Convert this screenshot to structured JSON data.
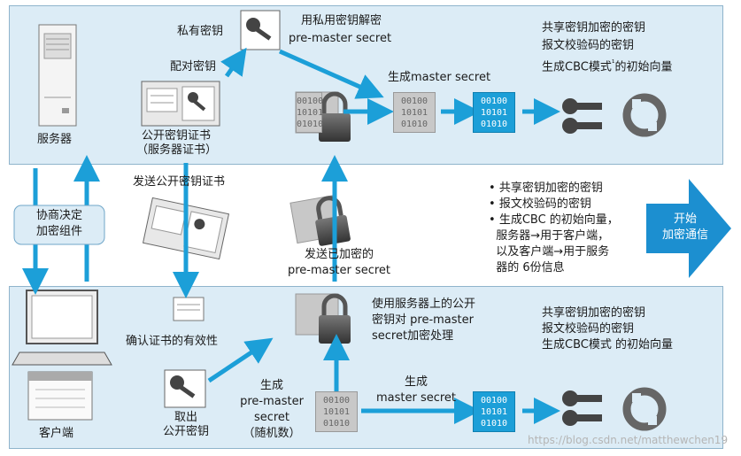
{
  "server": {
    "label": "服务器",
    "private_key_label": "私有密钥",
    "pair_key_label": "配对密钥",
    "cert_label_1": "公开密钥证书",
    "cert_label_2": "（服务器证书）",
    "decrypt_label_1": "用私用密钥解密",
    "decrypt_label_2": "pre-master secret",
    "gen_master_label": "生成master secret",
    "shared_keys_1": "共享密钥加密的密钥",
    "shared_keys_2": "报文校验码的密钥",
    "shared_keys_3": "生成CBC模式",
    "shared_keys_3_sup": "¹",
    "shared_keys_3_end": "的初始向量",
    "bits": "00100\n10101\n01010"
  },
  "middle": {
    "negotiate_1": "协商决定",
    "negotiate_2": "加密组件",
    "send_cert": "发送公开密钥证书",
    "send_encrypted_1": "发送已加密的",
    "send_encrypted_2": "pre-master secret",
    "info_items": [
      "共享密钥加密的密钥",
      "报文校验码的密钥",
      "生成CBC 的初始向量，",
      "服务器→用于客户端，",
      "以及客户端→用于服务",
      "器的 6份信息"
    ],
    "start_1": "开始",
    "start_2": "加密通信"
  },
  "client": {
    "label": "客户端",
    "verify_cert": "确认证书的有效性",
    "take_key_1": "取出",
    "take_key_2": "公开密钥",
    "gen_pre_1": "生成",
    "gen_pre_2": "pre-master",
    "gen_pre_3": "secret",
    "gen_pre_4": "（随机数）",
    "encrypt_1": "使用服务器上的公开",
    "encrypt_2": "密钥对 pre-master",
    "encrypt_3": "secret加密处理",
    "gen_master_1": "生成",
    "gen_master_2": "master secret",
    "shared_keys_1": "共享密钥加密的密钥",
    "shared_keys_2": "报文校验码的密钥",
    "shared_keys_3": "生成CBC模式 的初始向量",
    "bits": "00100\n10101\n01010"
  },
  "watermark": "https://blog.csdn.net/matthewchen19",
  "colors": {
    "panel": "#dcecf6",
    "arrow": "#1c9fd8",
    "start_arrow": "#1c8fd0"
  },
  "icons": [
    "server-icon",
    "laptop-icon",
    "key-icon",
    "lock-icon",
    "certificate-icon",
    "refresh-icon"
  ]
}
